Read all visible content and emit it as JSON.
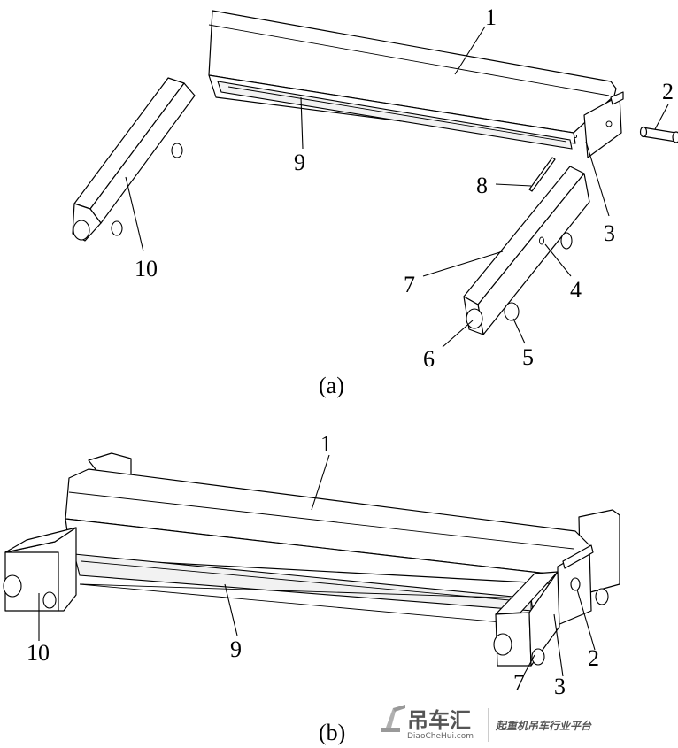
{
  "labels": {
    "a1": "1",
    "a2": "2",
    "a3": "3",
    "a4": "4",
    "a5": "5",
    "a6": "6",
    "a7": "7",
    "a8": "8",
    "a9": "9",
    "a10": "10",
    "b1": "1",
    "b2": "2",
    "b3": "3",
    "b7": "7",
    "b9": "9",
    "b10": "10"
  },
  "captions": {
    "a": "(a)",
    "b": "(b)"
  },
  "watermark": {
    "brand": "吊车汇",
    "domain": "DiaoCheHui.com",
    "slogan": "起重机吊车行业平台"
  }
}
